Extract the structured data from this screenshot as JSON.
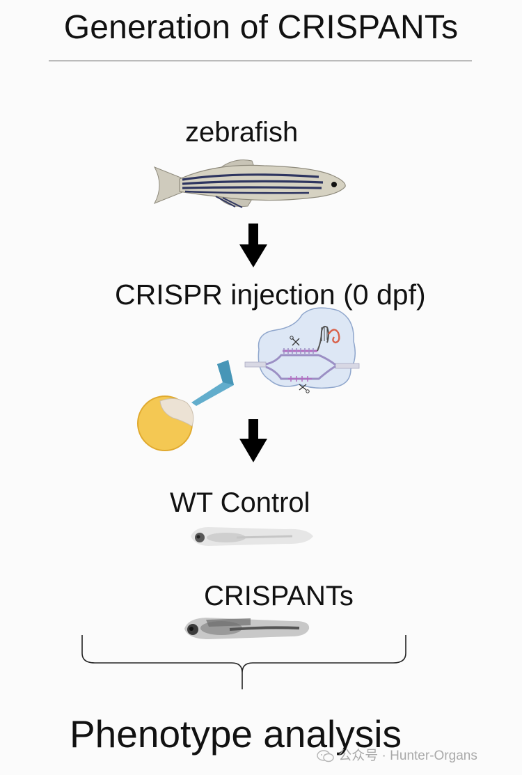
{
  "diagram": {
    "title": "Generation of  CRISPANTs",
    "steps": {
      "zebrafish": "zebrafish",
      "injection": "CRISPR injection (0 dpf)",
      "wt_control": "WT Control",
      "crispants": "CRISPANTs",
      "result": "Phenotype analysis"
    }
  },
  "watermark": {
    "icon": "wechat-icon",
    "text": "公众号 · Hunter-Organs"
  },
  "colors": {
    "yolk": "#f4c853",
    "needle": "#5aa9c9",
    "dna": "#9b8fc4",
    "guide": "#b36ac0",
    "tracr": "#d9614a",
    "cas_blob": "#dde7f5"
  }
}
